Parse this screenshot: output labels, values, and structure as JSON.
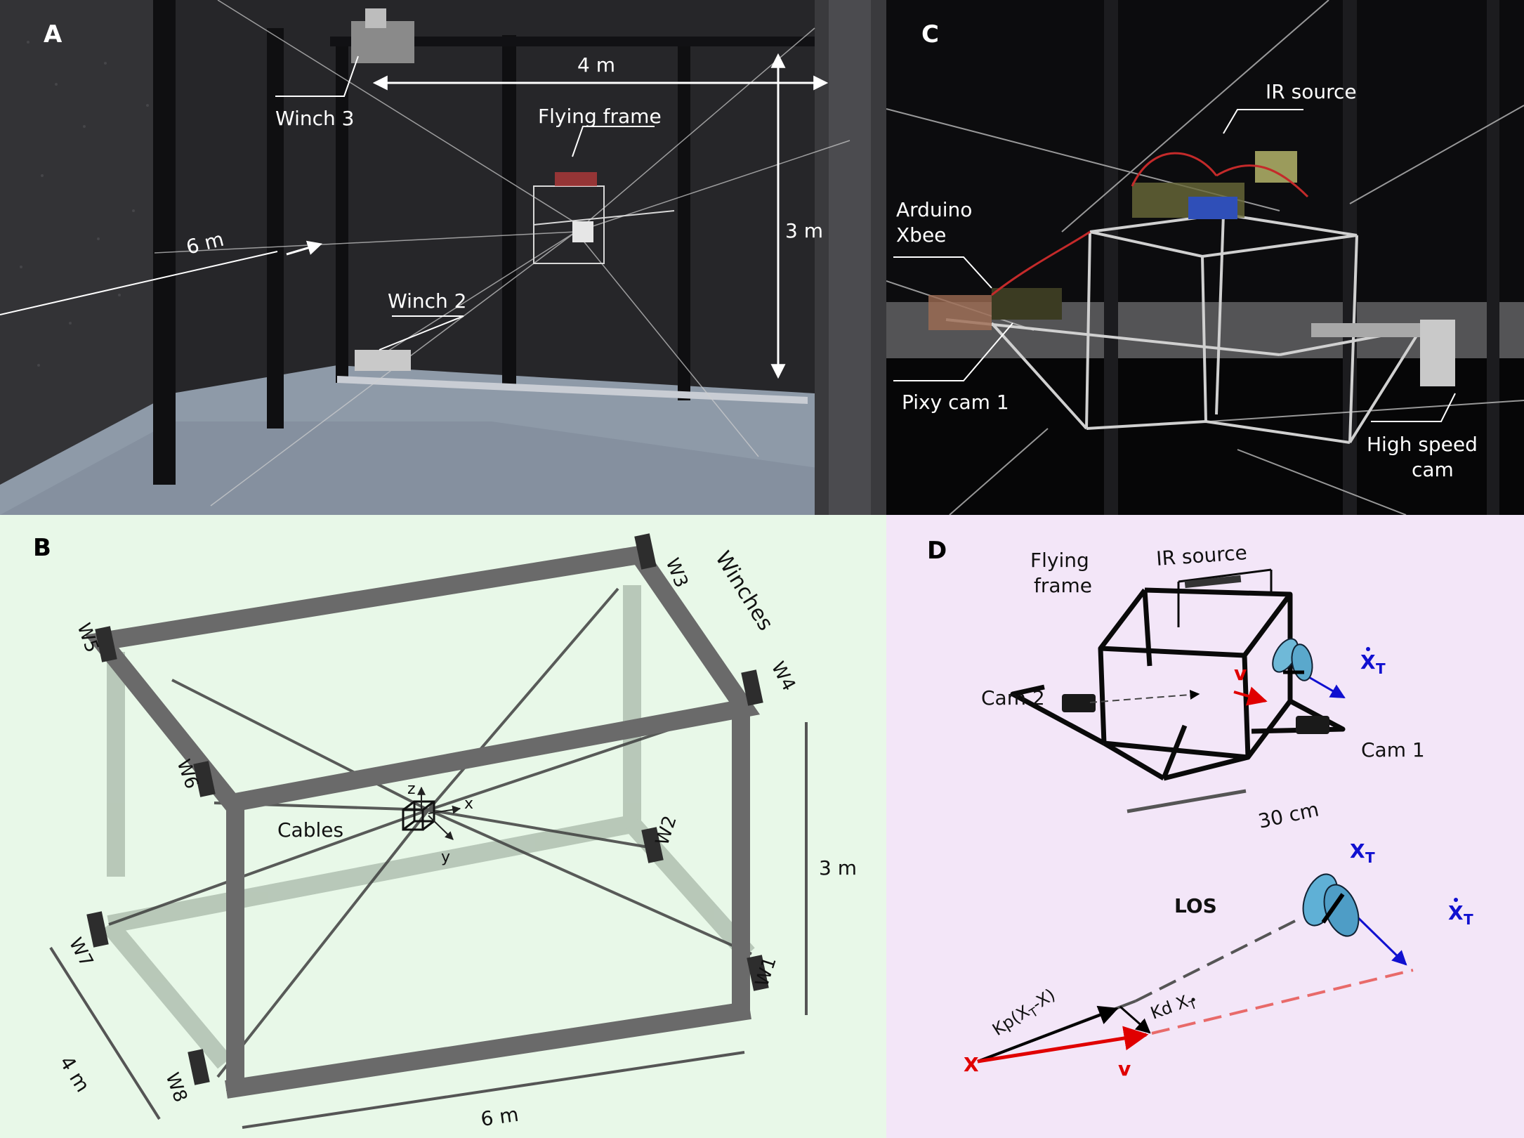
{
  "panel_a": {
    "letter": "A",
    "labels": {
      "width_4m": "4 m",
      "winch3": "Winch 3",
      "flying_frame": "Flying frame",
      "length_6m": "6 m",
      "height_3m": "3 m",
      "winch2": "Winch 2"
    }
  },
  "panel_b": {
    "letter": "B",
    "winches": [
      "W1",
      "W2",
      "W3",
      "W4",
      "W5",
      "W6",
      "W7",
      "W8"
    ],
    "labels": {
      "winches": "Winches",
      "cables": "Cables",
      "dim_3m": "3 m",
      "dim_4m": "4 m",
      "dim_6m": "6 m"
    },
    "axes": {
      "x": "x",
      "y": "y",
      "z": "z"
    }
  },
  "panel_c": {
    "letter": "C",
    "labels": {
      "ir_source": "IR source",
      "arduino": "Arduino",
      "xbee": "Xbee",
      "pixy_cam": "Pixy cam 1",
      "high_speed_1": "High speed",
      "high_speed_2": "cam"
    }
  },
  "panel_d": {
    "letter": "D",
    "labels": {
      "flying_1": "Flying",
      "flying_2": "frame",
      "ir_source": "IR source",
      "cam2": "Cam 2",
      "cam1": "Cam 1",
      "dim_30cm": "30 cm",
      "v_top": "v",
      "xt_dot_top": "X",
      "xt_dot_top_sub": "T",
      "xt_pos": "X",
      "xt_pos_sub": "T",
      "xt_dot_bot": "X",
      "xt_dot_bot_sub": "T",
      "los": "LOS",
      "kp": "Kp(X",
      "kp_sub": "T",
      "kp_tail": "-X)",
      "kd": "Kd X",
      "kd_sub": "T",
      "x_origin": "X",
      "v_bottom": "v"
    },
    "colors": {
      "red": "#e00000",
      "blue": "#1010d0",
      "pink": "#e86a6a",
      "gray": "#555555"
    }
  }
}
